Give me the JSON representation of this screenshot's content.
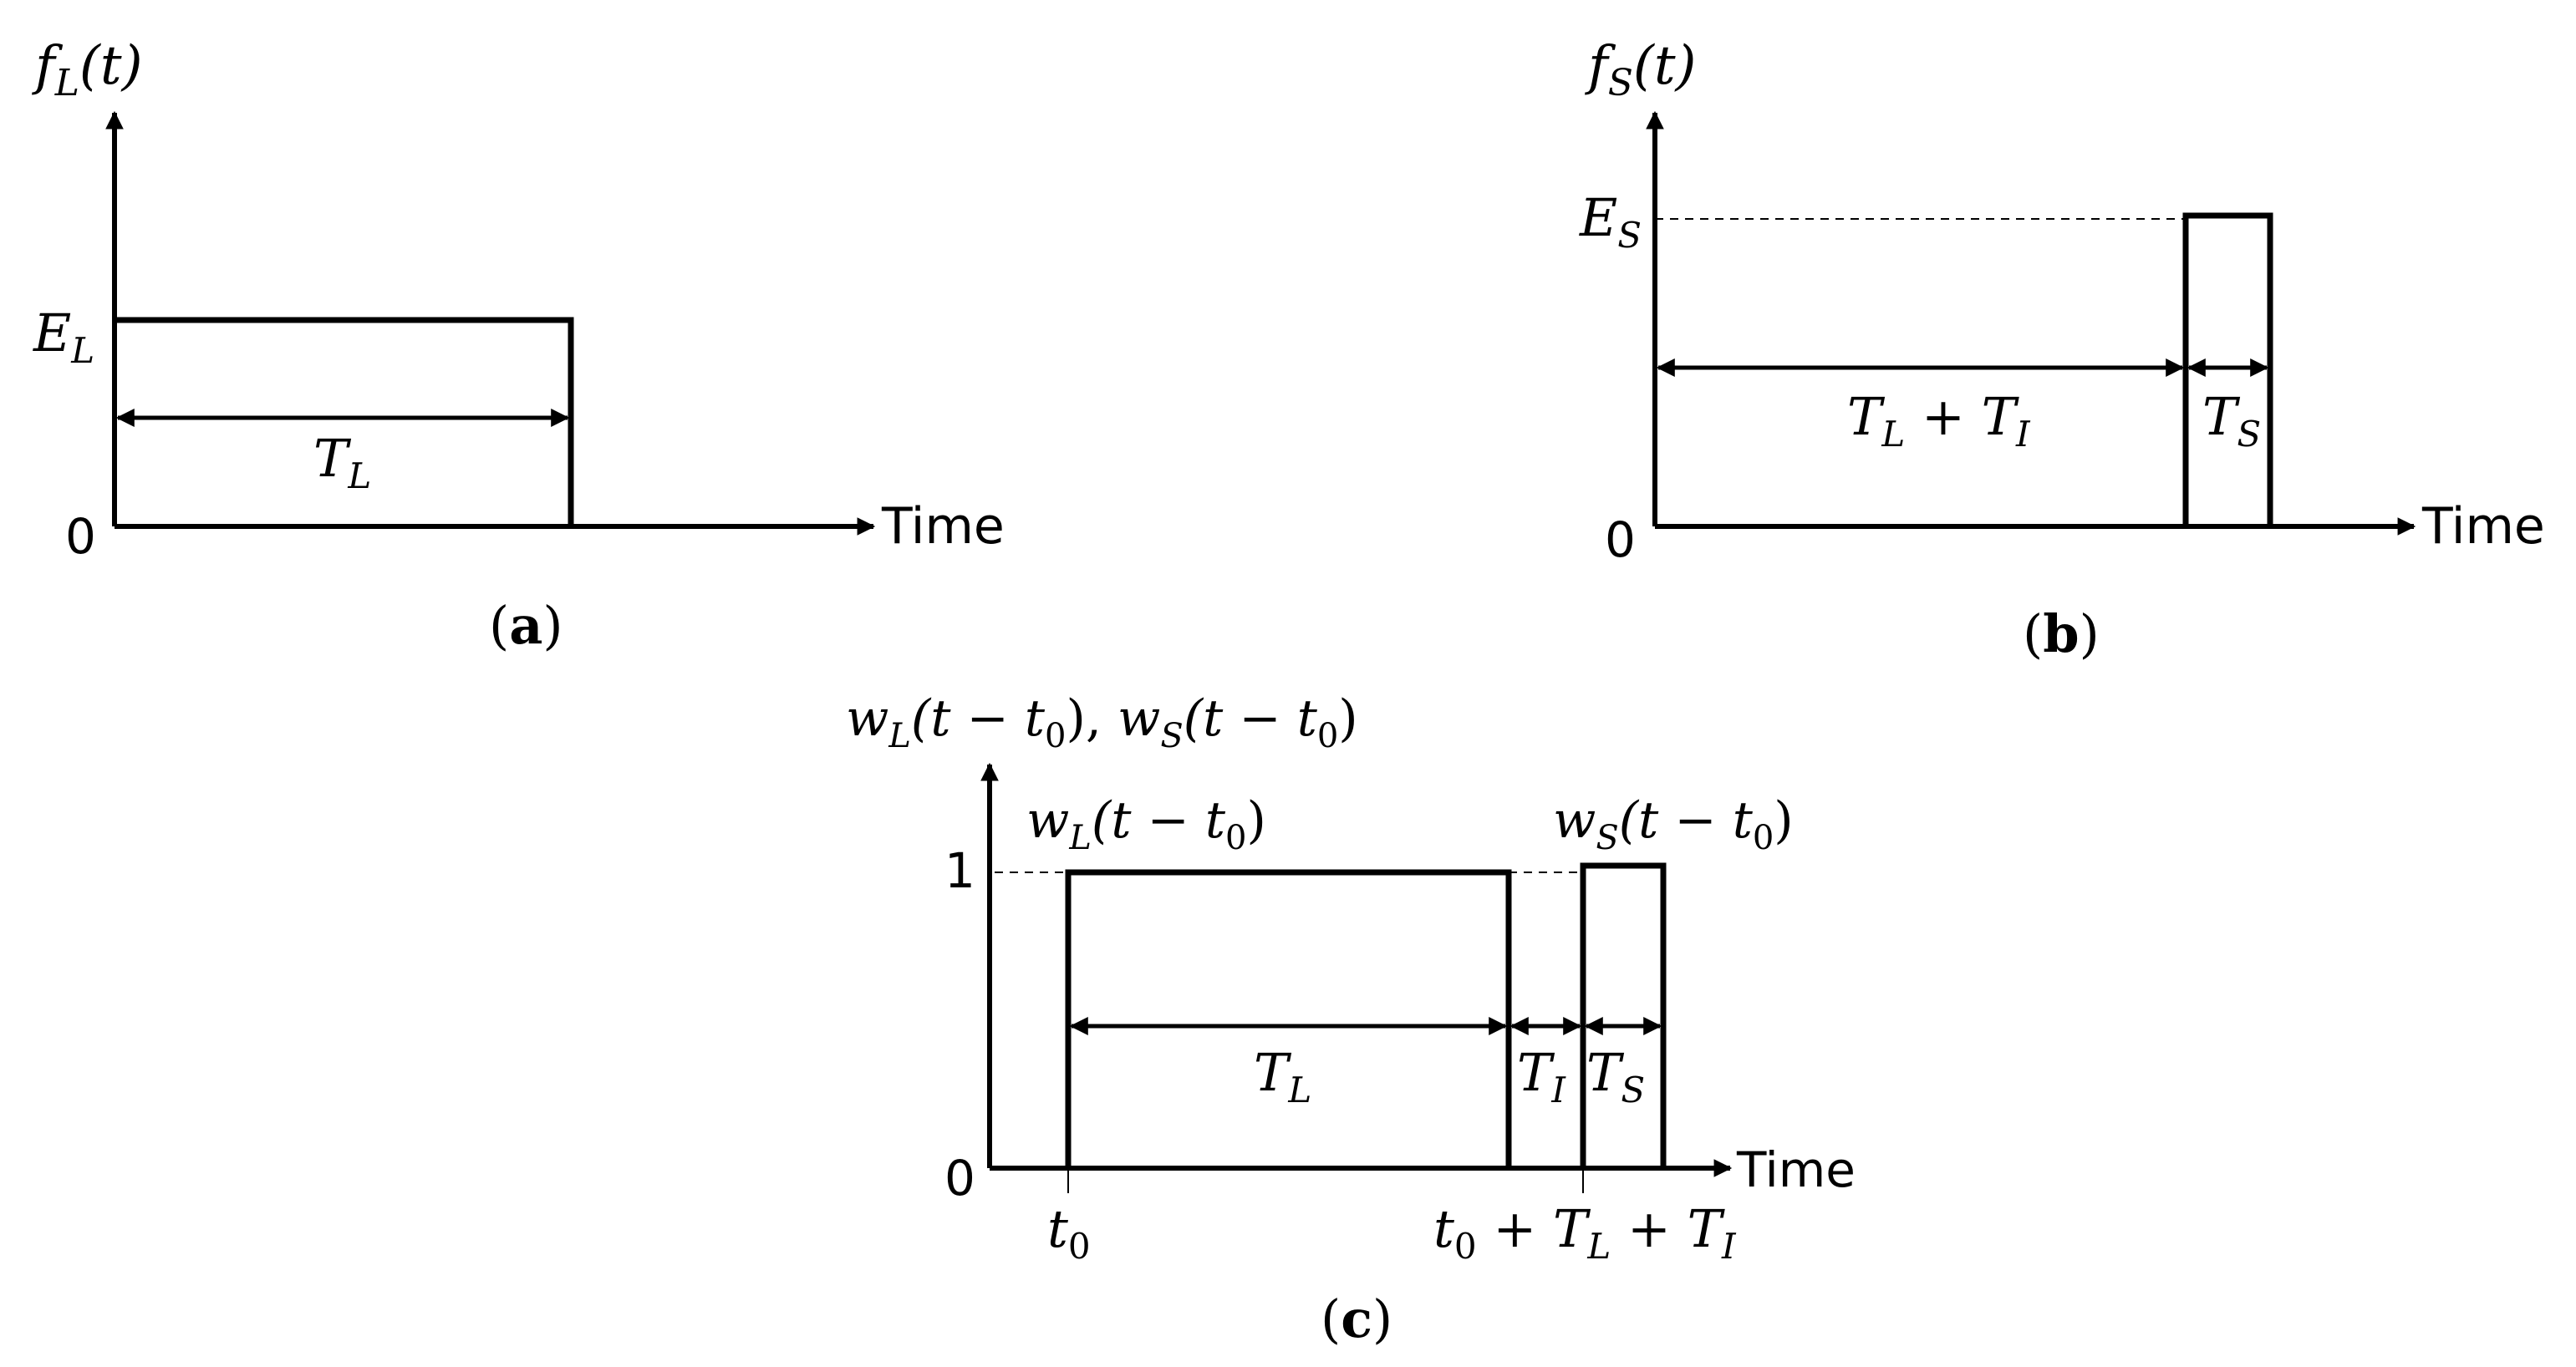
{
  "panel_a": {
    "y_label": {
      "base": "f",
      "sub": "L",
      "arg": "(t)"
    },
    "level_label": {
      "base": "E",
      "sub": "L"
    },
    "zero": "0",
    "x_label": "Time",
    "width_label": {
      "base": "T",
      "sub": "L"
    },
    "caption": {
      "open": "(",
      "letter": "a",
      "close": ")"
    }
  },
  "panel_b": {
    "y_label": {
      "base": "f",
      "sub": "S",
      "arg": "(t)"
    },
    "level_label": {
      "base": "E",
      "sub": "S"
    },
    "zero": "0",
    "x_label": "Time",
    "gap_label": {
      "b1": "T",
      "s1": "L",
      "op": " + ",
      "b2": "T",
      "s2": "I"
    },
    "width_label": {
      "base": "T",
      "sub": "S"
    },
    "caption": {
      "open": "(",
      "letter": "b",
      "close": ")"
    }
  },
  "panel_c": {
    "y_label": {
      "w1": "w",
      "s1": "L",
      "a1": "(t − t",
      "z1": "0",
      "c1": "), ",
      "w2": "w",
      "s2": "S",
      "a2": "(t − t",
      "z2": "0",
      "c2": ")"
    },
    "long_pulse_label": {
      "w": "w",
      "s": "L",
      "a": "(t − t",
      "z": "0",
      "c": ")"
    },
    "short_pulse_label": {
      "w": "w",
      "s": "S",
      "a": "(t − t",
      "z": "0",
      "c": ")"
    },
    "level_label": "1",
    "zero": "0",
    "x_label": "Time",
    "long_width_label": {
      "base": "T",
      "sub": "L"
    },
    "interval_label": {
      "base": "T",
      "sub": "I"
    },
    "short_width_label": {
      "base": "T",
      "sub": "S"
    },
    "t0_label": {
      "base": "t",
      "sub": "0"
    },
    "t_end_label": {
      "b1": "t",
      "s1": "0",
      "op1": " + ",
      "b2": "T",
      "s2": "L",
      "op2": " + ",
      "b3": "T",
      "s3": "I"
    },
    "caption": {
      "open": "(",
      "letter": "c",
      "close": ")"
    }
  }
}
